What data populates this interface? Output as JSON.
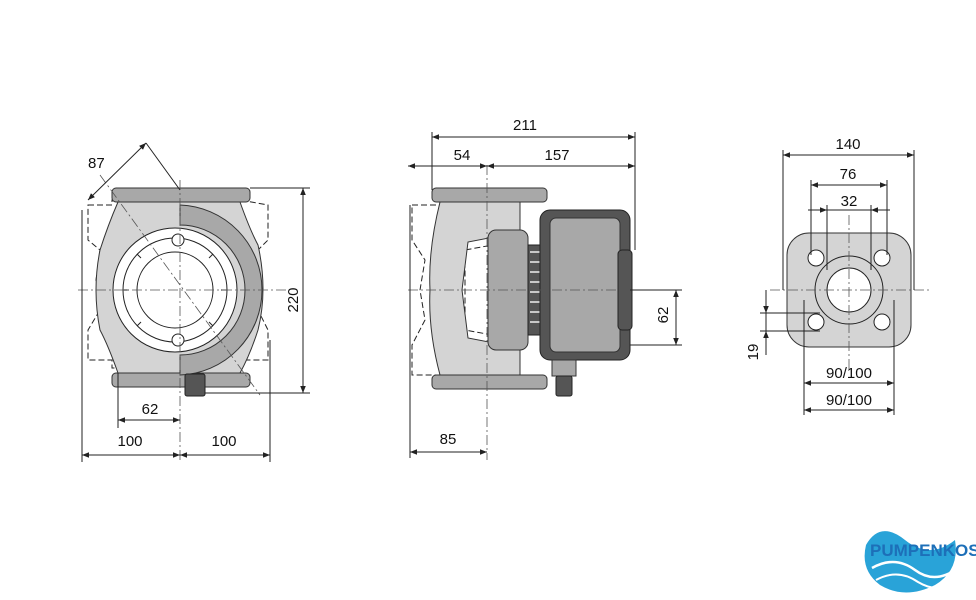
{
  "front_view": {
    "dim_diagonal": "87",
    "dim_height": "220",
    "dim_inner": "62",
    "dim_left": "100",
    "dim_right": "100"
  },
  "side_view": {
    "dim_total": "211",
    "dim_left": "54",
    "dim_right": "157",
    "dim_motor": "62",
    "dim_bottom": "85"
  },
  "flange_view": {
    "dim_outer": "140",
    "dim_bolt": "76",
    "dim_bore": "32",
    "dim_thickness": "19",
    "dim_flange_a": "90/100",
    "dim_flange_b": "90/100"
  },
  "logo": {
    "text": "PUMPENKOST",
    "colors": {
      "primary": "#1d6fb8",
      "wave": "#29a3d8"
    }
  }
}
